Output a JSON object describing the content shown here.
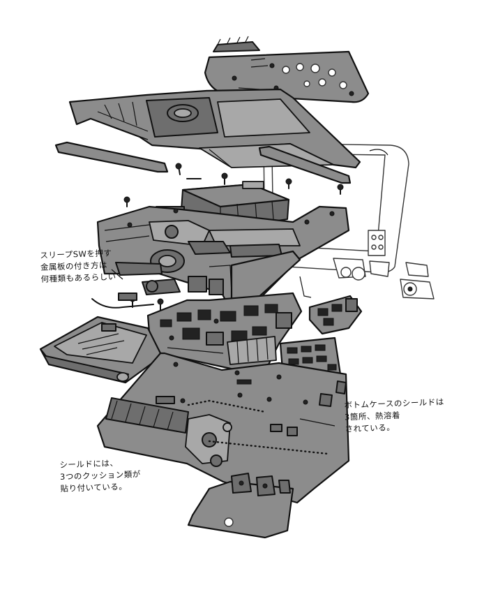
{
  "annotations": {
    "sleep_switch": "スリープSWを押す\n金属板の付き方は\n何種類もあるらしい",
    "bottom_case_shield": "ボトムケースのシールドは\n3箇所、熱溶着\nされている。",
    "shield_cushions": "シールドには、\n3つのクッション類が\n貼り付いている。"
  },
  "colors": {
    "part_fill": "#8c8c8c",
    "part_dark": "#6e6e6e",
    "outline": "#111111",
    "ghost_outline": "#333333",
    "background": "#ffffff"
  }
}
